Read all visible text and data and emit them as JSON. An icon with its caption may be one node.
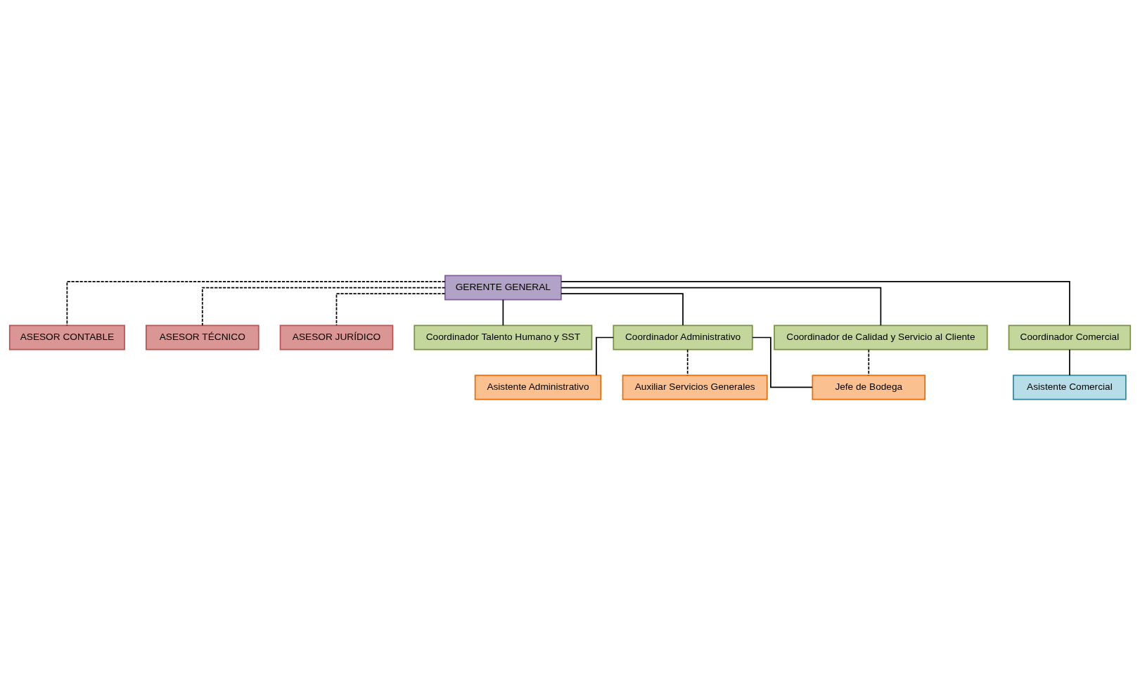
{
  "diagram": {
    "nodes": [
      {
        "text": [
          "GERENTE GENERAL"
        ]
      },
      {
        "text": [
          "ASESOR CONTABLE"
        ]
      },
      {
        "text": [
          "ASESOR TÉCNICO"
        ]
      },
      {
        "text": [
          "ASESOR JURÍDICO"
        ]
      },
      {
        "text": [
          "Coordinador Talento Humano y SST"
        ]
      },
      {
        "text": [
          "Coordinador Administrativo"
        ]
      },
      {
        "text": [
          "Coordinador de Calidad y Servicio al Cliente"
        ]
      },
      {
        "text": [
          "Coordinador Comercial"
        ]
      },
      {
        "text": [
          "Asistente Administrativo"
        ]
      },
      {
        "text": [
          "Jefe de Bodega"
        ]
      },
      {
        "text": [
          "Auxiliar Servicios Generales"
        ]
      },
      {
        "text": [
          "Asistente Comercial"
        ]
      }
    ],
    "edges": [
      {
        "from": 0,
        "to": 1,
        "arrow": "none",
        "style": "dashed"
      },
      {
        "from": 0,
        "to": 2,
        "arrow": "none",
        "style": "dashed"
      },
      {
        "from": 0,
        "to": 3,
        "arrow": "none",
        "style": "dashed"
      },
      {
        "from": 0,
        "to": 4,
        "arrow": "none"
      },
      {
        "from": 0,
        "to": 5,
        "arrow": "none"
      },
      {
        "from": 0,
        "to": 6,
        "arrow": "none"
      },
      {
        "from": 0,
        "to": 7,
        "arrow": "none"
      },
      {
        "from": 5,
        "to": 8,
        "arrow": "none"
      },
      {
        "from": 5,
        "to": 9,
        "arrow": "none"
      },
      {
        "from": 5,
        "to": 10,
        "arrow": "none",
        "style": "dashed"
      },
      {
        "from": 6,
        "to": 9,
        "arrow": "none",
        "style": "dashed"
      },
      {
        "from": 7,
        "to": 11,
        "arrow": "none"
      }
    ]
  }
}
